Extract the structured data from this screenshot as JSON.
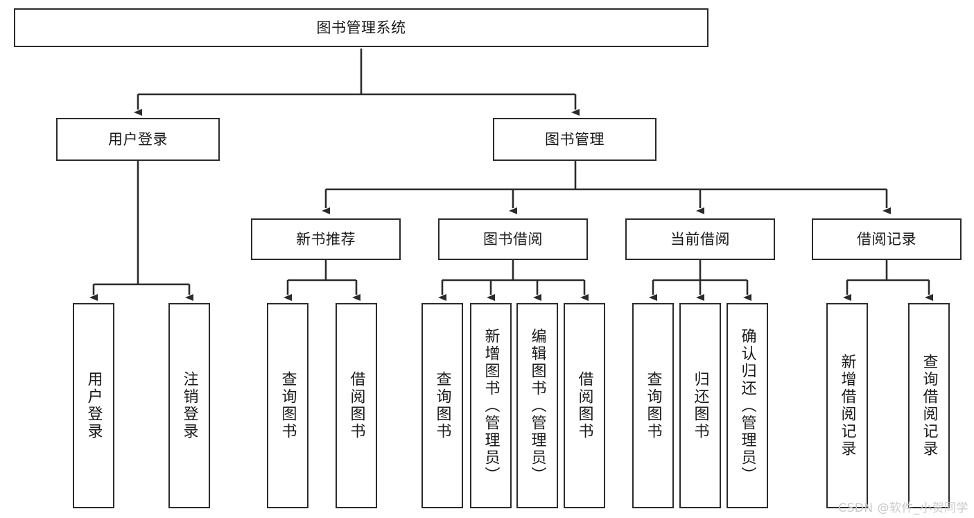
{
  "diagram": {
    "title": "图书管理系统",
    "type": "hierarchy-flowchart",
    "style": {
      "box_fill": "#ffffff",
      "box_stroke": "#2b2b2b",
      "edge_color": "#2b2b2b",
      "text_color": "#1a1a1a",
      "background": "#ffffff"
    },
    "root": {
      "label": "图书管理系统"
    },
    "level2": [
      {
        "label": "用户登录"
      },
      {
        "label": "图书管理"
      }
    ],
    "level3": [
      {
        "label": "新书推荐"
      },
      {
        "label": "图书借阅"
      },
      {
        "label": "当前借阅"
      },
      {
        "label": "借阅记录"
      }
    ],
    "leaves": {
      "user_login": [
        {
          "label": "用户登录"
        },
        {
          "label": "注销登录"
        }
      ],
      "new_book_recommend": [
        {
          "label": "查询图书"
        },
        {
          "label": "借阅图书"
        }
      ],
      "book_borrow": [
        {
          "label": "查询图书"
        },
        {
          "label": "新增图书（管理员）"
        },
        {
          "label": "编辑图书（管理员）"
        },
        {
          "label": "借阅图书"
        }
      ],
      "current_borrow": [
        {
          "label": "查询图书"
        },
        {
          "label": "归还图书"
        },
        {
          "label": "确认归还（管理员）"
        }
      ],
      "borrow_record": [
        {
          "label": "新增借阅记录"
        },
        {
          "label": "查询借阅记录"
        }
      ]
    }
  },
  "watermark": {
    "text": "CSDN @软件_小贺同学"
  }
}
